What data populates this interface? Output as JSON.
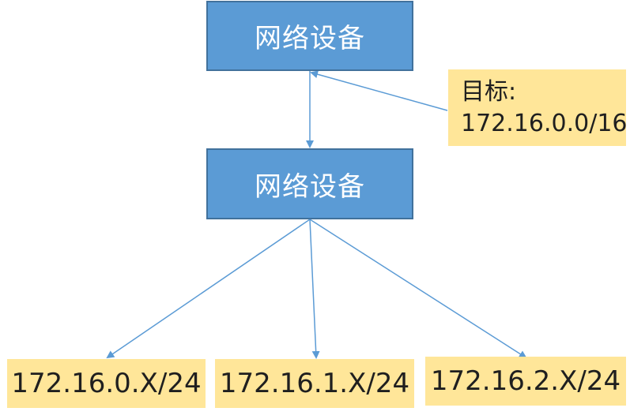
{
  "devices": {
    "top": {
      "label": "网络设备"
    },
    "middle": {
      "label": "网络设备"
    }
  },
  "note": {
    "title": "目标:",
    "value": "172.16.0.0/16"
  },
  "subnets": [
    {
      "label": "172.16.0.X/24"
    },
    {
      "label": "172.16.1.X/24"
    },
    {
      "label": "172.16.2.X/24"
    }
  ],
  "colors": {
    "device_fill": "#5b9bd5",
    "device_border": "#41719c",
    "note_fill": "#ffe699",
    "arrow": "#5b9bd5"
  }
}
